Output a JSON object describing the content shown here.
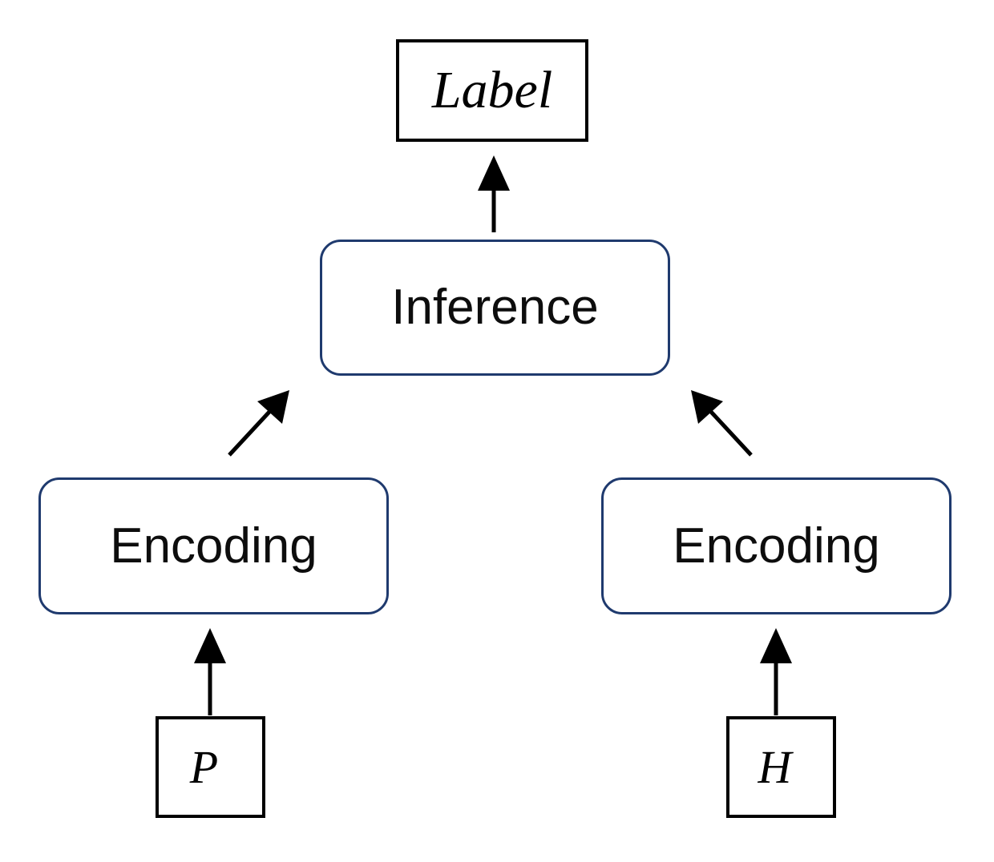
{
  "diagram": {
    "type": "flowchart",
    "orientation": "bottom-up",
    "title": "Sentence pair encoding and inference architecture",
    "colors": {
      "background": "#ffffff",
      "terminal_border": "#000000",
      "process_border": "#1F3A6E",
      "edge": "#000000",
      "text": "#0d0d0d"
    },
    "nodes": [
      {
        "id": "premise",
        "label": "P",
        "shape": "rectangle",
        "style": "terminal",
        "border_color": "#000000",
        "text_style": "italic-serif"
      },
      {
        "id": "hypothesis",
        "label": "H",
        "shape": "rectangle",
        "style": "terminal",
        "border_color": "#000000",
        "text_style": "italic-serif"
      },
      {
        "id": "encoding_p",
        "label": "Encoding",
        "shape": "rounded-rectangle",
        "style": "process",
        "border_color": "#1F3A6E",
        "text_style": "sans"
      },
      {
        "id": "encoding_h",
        "label": "Encoding",
        "shape": "rounded-rectangle",
        "style": "process",
        "border_color": "#1F3A6E",
        "text_style": "sans"
      },
      {
        "id": "inference",
        "label": "Inference",
        "shape": "rounded-rectangle",
        "style": "process",
        "border_color": "#1F3A6E",
        "text_style": "sans"
      },
      {
        "id": "label",
        "label": "Label",
        "shape": "rectangle",
        "style": "terminal",
        "border_color": "#000000",
        "text_style": "italic-serif"
      }
    ],
    "edges": [
      {
        "id": "premise-to-encoding",
        "from": "premise",
        "to": "encoding_p",
        "direction": "up",
        "arrowhead": "solid-triangle"
      },
      {
        "id": "hypothesis-to-encoding",
        "from": "hypothesis",
        "to": "encoding_h",
        "direction": "up",
        "arrowhead": "solid-triangle"
      },
      {
        "id": "encoding-p-to-inference",
        "from": "encoding_p",
        "to": "inference",
        "direction": "up-right",
        "arrowhead": "solid-triangle"
      },
      {
        "id": "encoding-h-to-inference",
        "from": "encoding_h",
        "to": "inference",
        "direction": "up-left",
        "arrowhead": "solid-triangle"
      },
      {
        "id": "inference-to-label",
        "from": "inference",
        "to": "label",
        "direction": "up",
        "arrowhead": "solid-triangle"
      }
    ]
  }
}
